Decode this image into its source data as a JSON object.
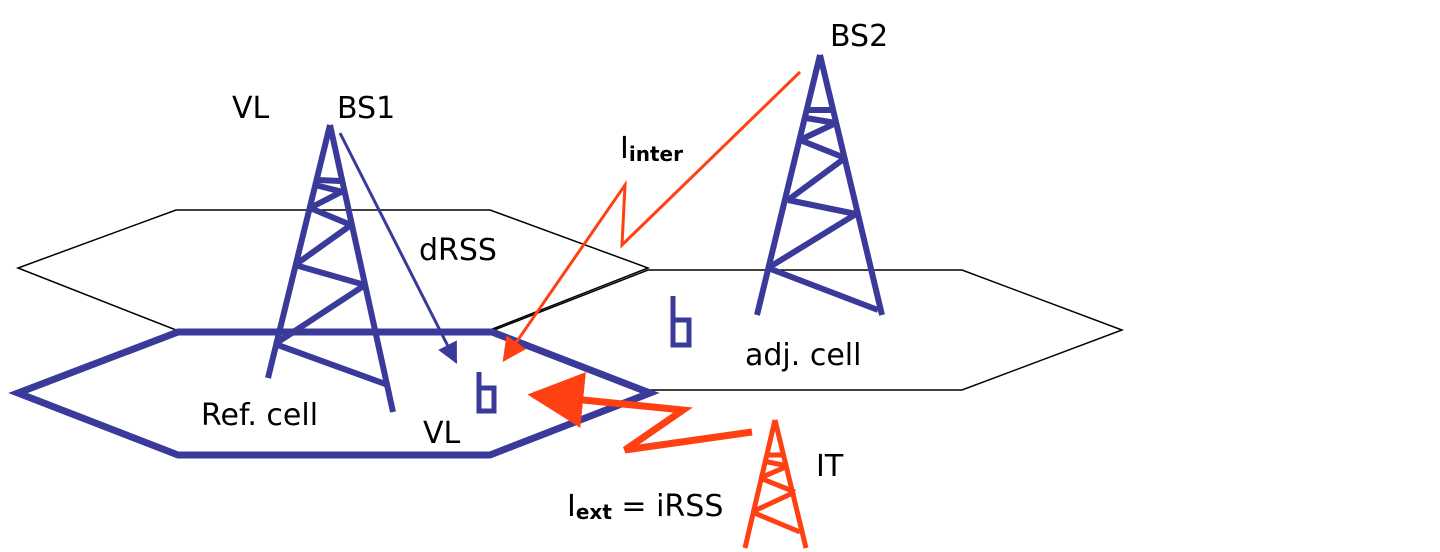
{
  "labels": {
    "bs1": "BS1",
    "bs2": "BS2",
    "vl_top": "VL",
    "vl_bottom": "VL",
    "drss": "dRSS",
    "ref_cell": "Ref. cell",
    "adj_cell": "adj. cell",
    "it": "IT",
    "i_inter_main": "I",
    "i_inter_sub": "inter",
    "i_ext_main": "I",
    "i_ext_sub": "ext",
    "i_ext_rest": " = iRSS"
  },
  "colors": {
    "blue": "#3a3a9a",
    "red": "#ff4013",
    "black": "#000000"
  }
}
